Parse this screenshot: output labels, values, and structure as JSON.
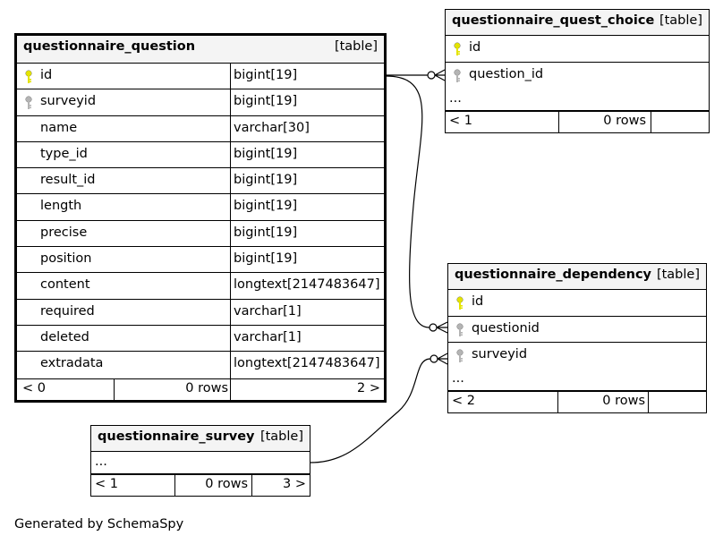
{
  "tables": {
    "question": {
      "name": "questionnaire_question",
      "tag": "[table]",
      "columns": [
        {
          "name": "id",
          "type": "bigint[19]",
          "key": "primary"
        },
        {
          "name": "surveyid",
          "type": "bigint[19]",
          "key": "foreign"
        },
        {
          "name": "name",
          "type": "varchar[30]",
          "key": "none"
        },
        {
          "name": "type_id",
          "type": "bigint[19]",
          "key": "none"
        },
        {
          "name": "result_id",
          "type": "bigint[19]",
          "key": "none"
        },
        {
          "name": "length",
          "type": "bigint[19]",
          "key": "none"
        },
        {
          "name": "precise",
          "type": "bigint[19]",
          "key": "none"
        },
        {
          "name": "position",
          "type": "bigint[19]",
          "key": "none"
        },
        {
          "name": "content",
          "type": "longtext[2147483647]",
          "key": "none"
        },
        {
          "name": "required",
          "type": "varchar[1]",
          "key": "none"
        },
        {
          "name": "deleted",
          "type": "varchar[1]",
          "key": "none"
        },
        {
          "name": "extradata",
          "type": "longtext[2147483647]",
          "key": "none"
        }
      ],
      "footer": {
        "parents": "< 0",
        "rows": "0 rows",
        "children": "2 >"
      }
    },
    "choice": {
      "name": "questionnaire_quest_choice",
      "tag": "[table]",
      "columns": [
        {
          "name": "id",
          "key": "primary"
        },
        {
          "name": "question_id",
          "key": "foreign"
        }
      ],
      "ellipsis": "...",
      "footer": {
        "parents": "< 1",
        "rows": "0 rows",
        "children": ""
      }
    },
    "dependency": {
      "name": "questionnaire_dependency",
      "tag": "[table]",
      "columns": [
        {
          "name": "id",
          "key": "primary"
        },
        {
          "name": "questionid",
          "key": "foreign"
        },
        {
          "name": "surveyid",
          "key": "foreign"
        }
      ],
      "ellipsis": "...",
      "footer": {
        "parents": "< 2",
        "rows": "0 rows",
        "children": ""
      }
    },
    "survey": {
      "name": "questionnaire_survey",
      "tag": "[table]",
      "ellipsis": "...",
      "footer": {
        "parents": "< 1",
        "rows": "0 rows",
        "children": "3 >"
      }
    }
  },
  "colors": {
    "primary_key": "#e4e400",
    "foreign_key": "#b4b4b4",
    "header_bg": "#f4f4f4"
  },
  "footer_text": "Generated by SchemaSpy"
}
